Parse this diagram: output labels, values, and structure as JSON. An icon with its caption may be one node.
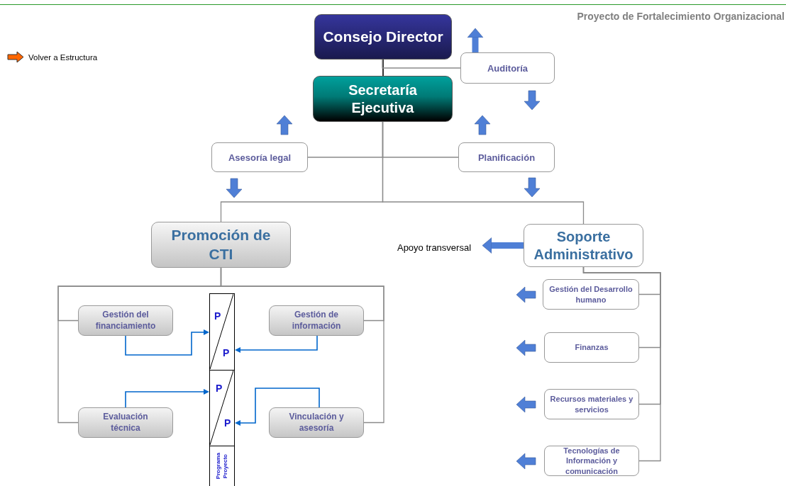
{
  "diagram": {
    "title": "Proyecto de Fortalecimiento Organizacional",
    "nodes": [
      {
        "text": [
          "Consejo Director"
        ]
      },
      {
        "text": [
          "Auditoría"
        ]
      },
      {
        "text": [
          "Secretaría Ejecutiva"
        ]
      },
      {
        "text": [
          "Asesoría legal"
        ]
      },
      {
        "text": [
          "Planificación"
        ]
      },
      {
        "text": [
          "Promoción de CTI"
        ]
      },
      {
        "text": [
          "Soporte Administrativo"
        ]
      },
      {
        "text": [
          "Apoyo transversal"
        ]
      },
      {
        "text": [
          "Gestión del financiamiento"
        ]
      },
      {
        "text": [
          "Gestión de información"
        ]
      },
      {
        "text": [
          "Evaluación técnica"
        ]
      },
      {
        "text": [
          "Vinculación y asesoría"
        ]
      },
      {
        "text": [
          "P",
          "P"
        ]
      },
      {
        "text": [
          "P",
          "P"
        ]
      },
      {
        "text": [
          "Programa",
          "Proyecto"
        ]
      },
      {
        "text": [
          "Gestión del Desarrollo humano"
        ]
      },
      {
        "text": [
          "Finanzas"
        ]
      },
      {
        "text": [
          "Recursos materiales y servicios"
        ]
      },
      {
        "text": [
          "Tecnologías de Información y comunicación"
        ]
      }
    ],
    "edges": [
      {
        "from": 0,
        "to": 2,
        "arrow": "none",
        "color": "#000000"
      },
      {
        "from": 0,
        "to": 1,
        "arrow": "none"
      },
      {
        "from": 2,
        "to": 3,
        "arrow": "none"
      },
      {
        "from": 2,
        "to": 4,
        "arrow": "none"
      },
      {
        "from": 2,
        "to": 5,
        "arrow": "none"
      },
      {
        "from": 2,
        "to": 6,
        "arrow": "none"
      },
      {
        "from": 6,
        "to": 7,
        "arrow": "to",
        "style": "thick",
        "color": "#4f7fd6"
      },
      {
        "from": 5,
        "to": 8,
        "arrow": "none"
      },
      {
        "from": 5,
        "to": 9,
        "arrow": "none"
      },
      {
        "from": 5,
        "to": 10,
        "arrow": "none"
      },
      {
        "from": 5,
        "to": 11,
        "arrow": "none"
      },
      {
        "from": 6,
        "to": 15,
        "arrow": "none"
      },
      {
        "from": 6,
        "to": 16,
        "arrow": "none"
      },
      {
        "from": 6,
        "to": 17,
        "arrow": "none"
      },
      {
        "from": 6,
        "to": 18,
        "arrow": "none"
      },
      {
        "from": 8,
        "to": 12,
        "arrow": "to",
        "color": "#0066cc"
      },
      {
        "from": 9,
        "to": 12,
        "arrow": "to",
        "color": "#0066cc"
      },
      {
        "from": 10,
        "to": 13,
        "arrow": "to",
        "color": "#0066cc"
      },
      {
        "from": 11,
        "to": 13,
        "arrow": "to",
        "color": "#0066cc"
      },
      {
        "from": 1,
        "to": 0,
        "arrow": "to",
        "style": "thick",
        "color": "#4f7fd6"
      }
    ],
    "labels": [
      "Volver a Estructura"
    ]
  }
}
